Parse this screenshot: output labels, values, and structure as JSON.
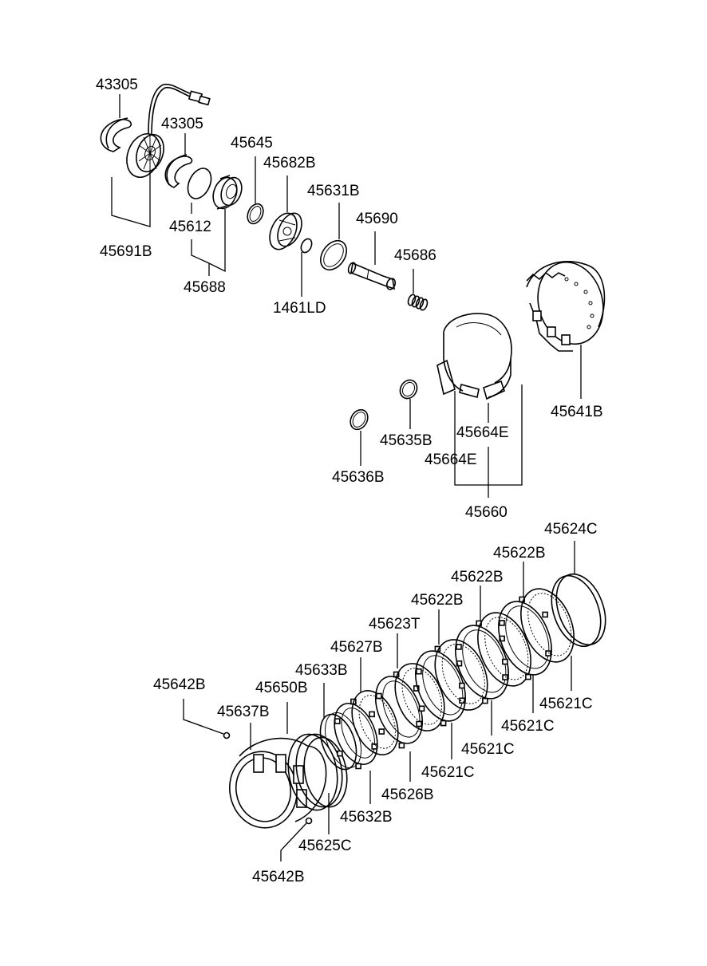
{
  "labels": {
    "p43305a": "43305",
    "p43305b": "43305",
    "p45645": "45645",
    "p45682b": "45682B",
    "p45631b": "45631B",
    "p45690": "45690",
    "p45686": "45686",
    "p45612": "45612",
    "p45691b": "45691B",
    "p45688": "45688",
    "p1461ld": "1461LD",
    "p45641b": "45641B",
    "p45664e_a": "45664E",
    "p45664e_b": "45664E",
    "p45635b": "45635B",
    "p45636b": "45636B",
    "p45660": "45660",
    "p45624c": "45624C",
    "p45622b_a": "45622B",
    "p45622b_b": "45622B",
    "p45622b_c": "45622B",
    "p45623t": "45623T",
    "p45627b": "45627B",
    "p45633b": "45633B",
    "p45650b": "45650B",
    "p45642b_a": "45642B",
    "p45637b": "45637B",
    "p45621c_a": "45621C",
    "p45621c_b": "45621C",
    "p45621c_c": "45621C",
    "p45621c_d": "45621C",
    "p45626b": "45626B",
    "p45632b": "45632B",
    "p45625c": "45625C",
    "p45642b_b": "45642B"
  }
}
